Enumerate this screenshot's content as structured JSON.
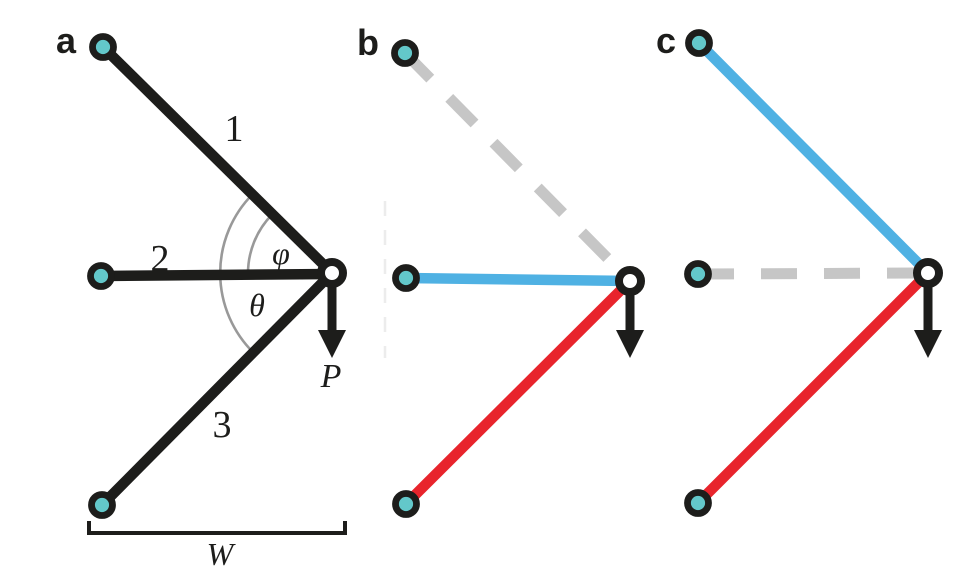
{
  "colors": {
    "background": "#ffffff",
    "ink": "#1d1d1b",
    "member-blue": "#4fb1e3",
    "member-red": "#e8242c",
    "member-removed": "#c6c6c6",
    "node-fill": "#63c8ca",
    "joint-fill": "#ffffff",
    "angle-arc": "#999999",
    "faint-line": "#ececec"
  },
  "panels": {
    "a": {
      "label": "a",
      "member_labels": [
        "1",
        "2",
        "3"
      ],
      "angle_phi": "φ",
      "angle_theta": "θ",
      "load_label": "P",
      "width_label": "W"
    },
    "b": {
      "label": "b"
    },
    "c": {
      "label": "c"
    }
  }
}
